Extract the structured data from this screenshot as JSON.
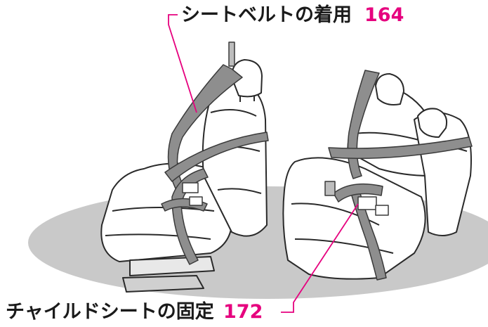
{
  "callouts": [
    {
      "label": "シートベルトの着用",
      "page": "164"
    },
    {
      "label": "チャイルドシートの固定",
      "page": "172"
    }
  ],
  "colors": {
    "accent": "#e6007e",
    "belt": "#8e8e8e",
    "belt_outline": "#3a3a3a",
    "seat_fill": "#ffffff",
    "seat_outline": "#2a2a2a",
    "floor_ellipse": "#c9c9c9"
  },
  "icons": {
    "front_seat": "front-seat-illustration",
    "rear_seat": "rear-seat-illustration"
  }
}
